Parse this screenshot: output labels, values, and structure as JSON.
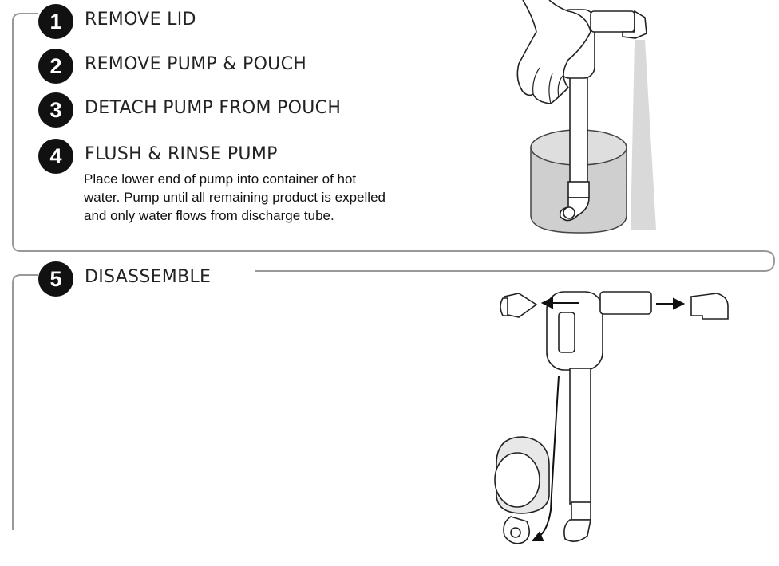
{
  "steps": [
    {
      "number": "1",
      "title": "REMOVE LID"
    },
    {
      "number": "2",
      "title": "REMOVE PUMP & POUCH"
    },
    {
      "number": "3",
      "title": "DETACH PUMP FROM POUCH"
    },
    {
      "number": "4",
      "title": "FLUSH & RINSE PUMP",
      "body": "Place lower end of pump into container of hot water. Pump until all remaining product is expelled and only water flows from discharge tube."
    },
    {
      "number": "5",
      "title": "DISASSEMBLE"
    }
  ],
  "colors": {
    "badge": "#111111",
    "frame_line": "#999999",
    "illustration_stroke": "#222222",
    "water": "#d9d9d9"
  }
}
